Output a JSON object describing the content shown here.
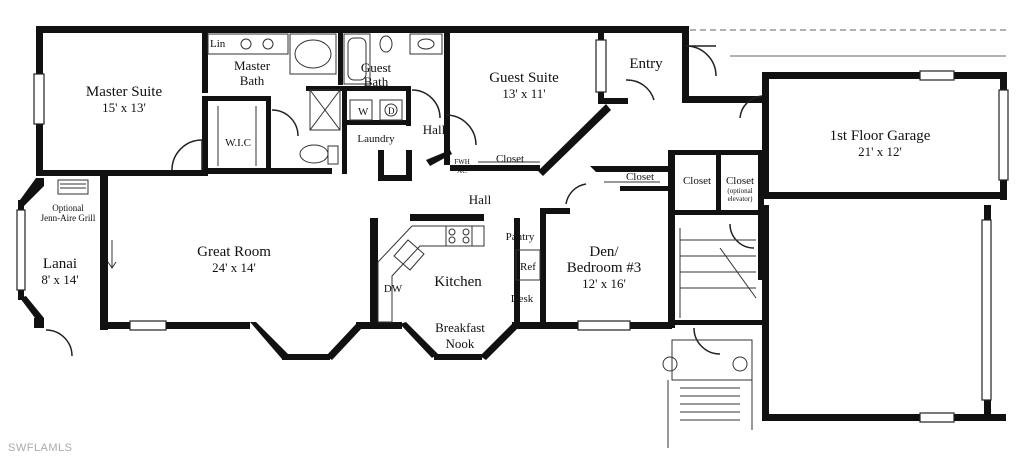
{
  "rooms": {
    "master_suite": {
      "name": "Master Suite",
      "dims": "15' x 13'"
    },
    "master_bath": {
      "line1": "Master",
      "line2": "Bath"
    },
    "lin": "Lin",
    "wic": "W.I.C",
    "guest_bath": {
      "line1": "Guest",
      "line2": "Bath"
    },
    "laundry": "Laundry",
    "washer": "W",
    "dryer": "D",
    "hall_upper": "Hall",
    "fwh": "FWH",
    "ac": "AC",
    "closet_guest": "Closet",
    "guest_suite": {
      "name": "Guest Suite",
      "dims": "13' x 11'"
    },
    "entry": "Entry",
    "garage": {
      "name": "1st Floor Garage",
      "dims": "21' x 12'"
    },
    "closet_a": "Closet",
    "closet_b": "Closet",
    "closet_c": {
      "name": "Closet",
      "note1": "(optional",
      "note2": "elevator)"
    },
    "hall_main": "Hall",
    "grill": {
      "line1": "Optional",
      "line2": "Jenn-Aire Grill"
    },
    "lanai": {
      "name": "Lanai",
      "dims": "8' x 14'"
    },
    "great_room": {
      "name": "Great Room",
      "dims": "24' x 14'"
    },
    "kitchen": "Kitchen",
    "dw": "DW",
    "pantry": "Pantry",
    "ref": "Ref",
    "desk": "Desk",
    "den": {
      "line1": "Den/",
      "line2": "Bedroom #3",
      "dims": "12' x 16'"
    },
    "nook": {
      "line1": "Breakfast",
      "line2": "Nook"
    }
  },
  "watermark": "SWFLAMLS"
}
